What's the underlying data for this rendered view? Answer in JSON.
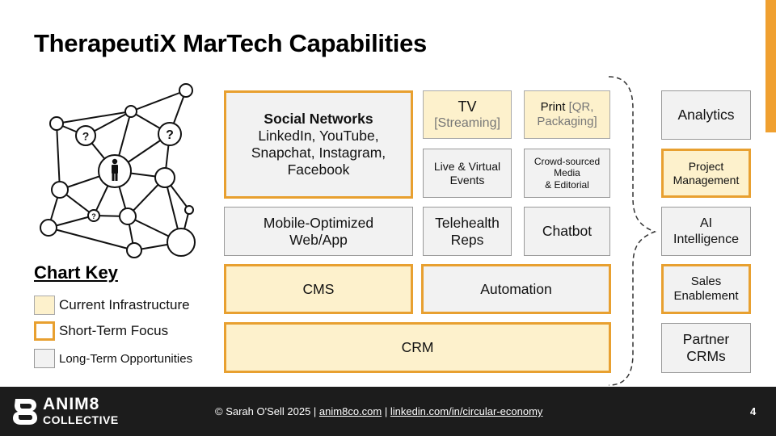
{
  "title": "TherapeutiX MarTech Capabilities",
  "boxes": {
    "social": {
      "heading": "Social Networks",
      "line1": "LinkedIn, YouTube,",
      "line2": "Snapchat, Instagram,",
      "line3": "Facebook"
    },
    "tv": {
      "main": "TV",
      "sub": "[Streaming]"
    },
    "print": {
      "main": "Print ",
      "sub1": "[QR,",
      "sub2": "Packaging]"
    },
    "events": {
      "line1": "Live & Virtual",
      "line2": "Events"
    },
    "crowd": {
      "line1": "Crowd-sourced",
      "line2": "Media",
      "line3": "& Editorial"
    },
    "mobile": {
      "line1": "Mobile-Optimized",
      "line2": "Web/App"
    },
    "telehealth": {
      "line1": "Telehealth",
      "line2": "Reps"
    },
    "chatbot": {
      "label": "Chatbot"
    },
    "cms": {
      "label": "CMS"
    },
    "automation": {
      "label": "Automation"
    },
    "crm": {
      "label": "CRM"
    },
    "analytics": {
      "label": "Analytics"
    },
    "project": {
      "line1": "Project",
      "line2": "Management"
    },
    "ai": {
      "line1": "AI",
      "line2": "Intelligence"
    },
    "sales": {
      "line1": "Sales",
      "line2": "Enablement"
    },
    "partner": {
      "line1": "Partner",
      "line2": "CRMs"
    }
  },
  "network": {
    "question_mark": "?"
  },
  "key": {
    "title": "Chart Key",
    "current": "Current Infrastructure",
    "short_term": "Short-Term Focus",
    "long_term": "Long-Term Opportunities"
  },
  "footer": {
    "logo_line1": "ANIM8",
    "logo_line2": "COLLECTIVE",
    "copyright": "© Sarah O'Sell 2025 | ",
    "link1": "anim8co.com",
    "sep": " | ",
    "link2": "linkedin.com/in/circular-economy",
    "page": "4"
  },
  "colors": {
    "accent": "#f0a030",
    "current_fill": "#fdf1cc",
    "short_term_border": "#e8a030",
    "long_term_fill": "#f2f2f2",
    "footer_bg": "#1c1c1c"
  }
}
